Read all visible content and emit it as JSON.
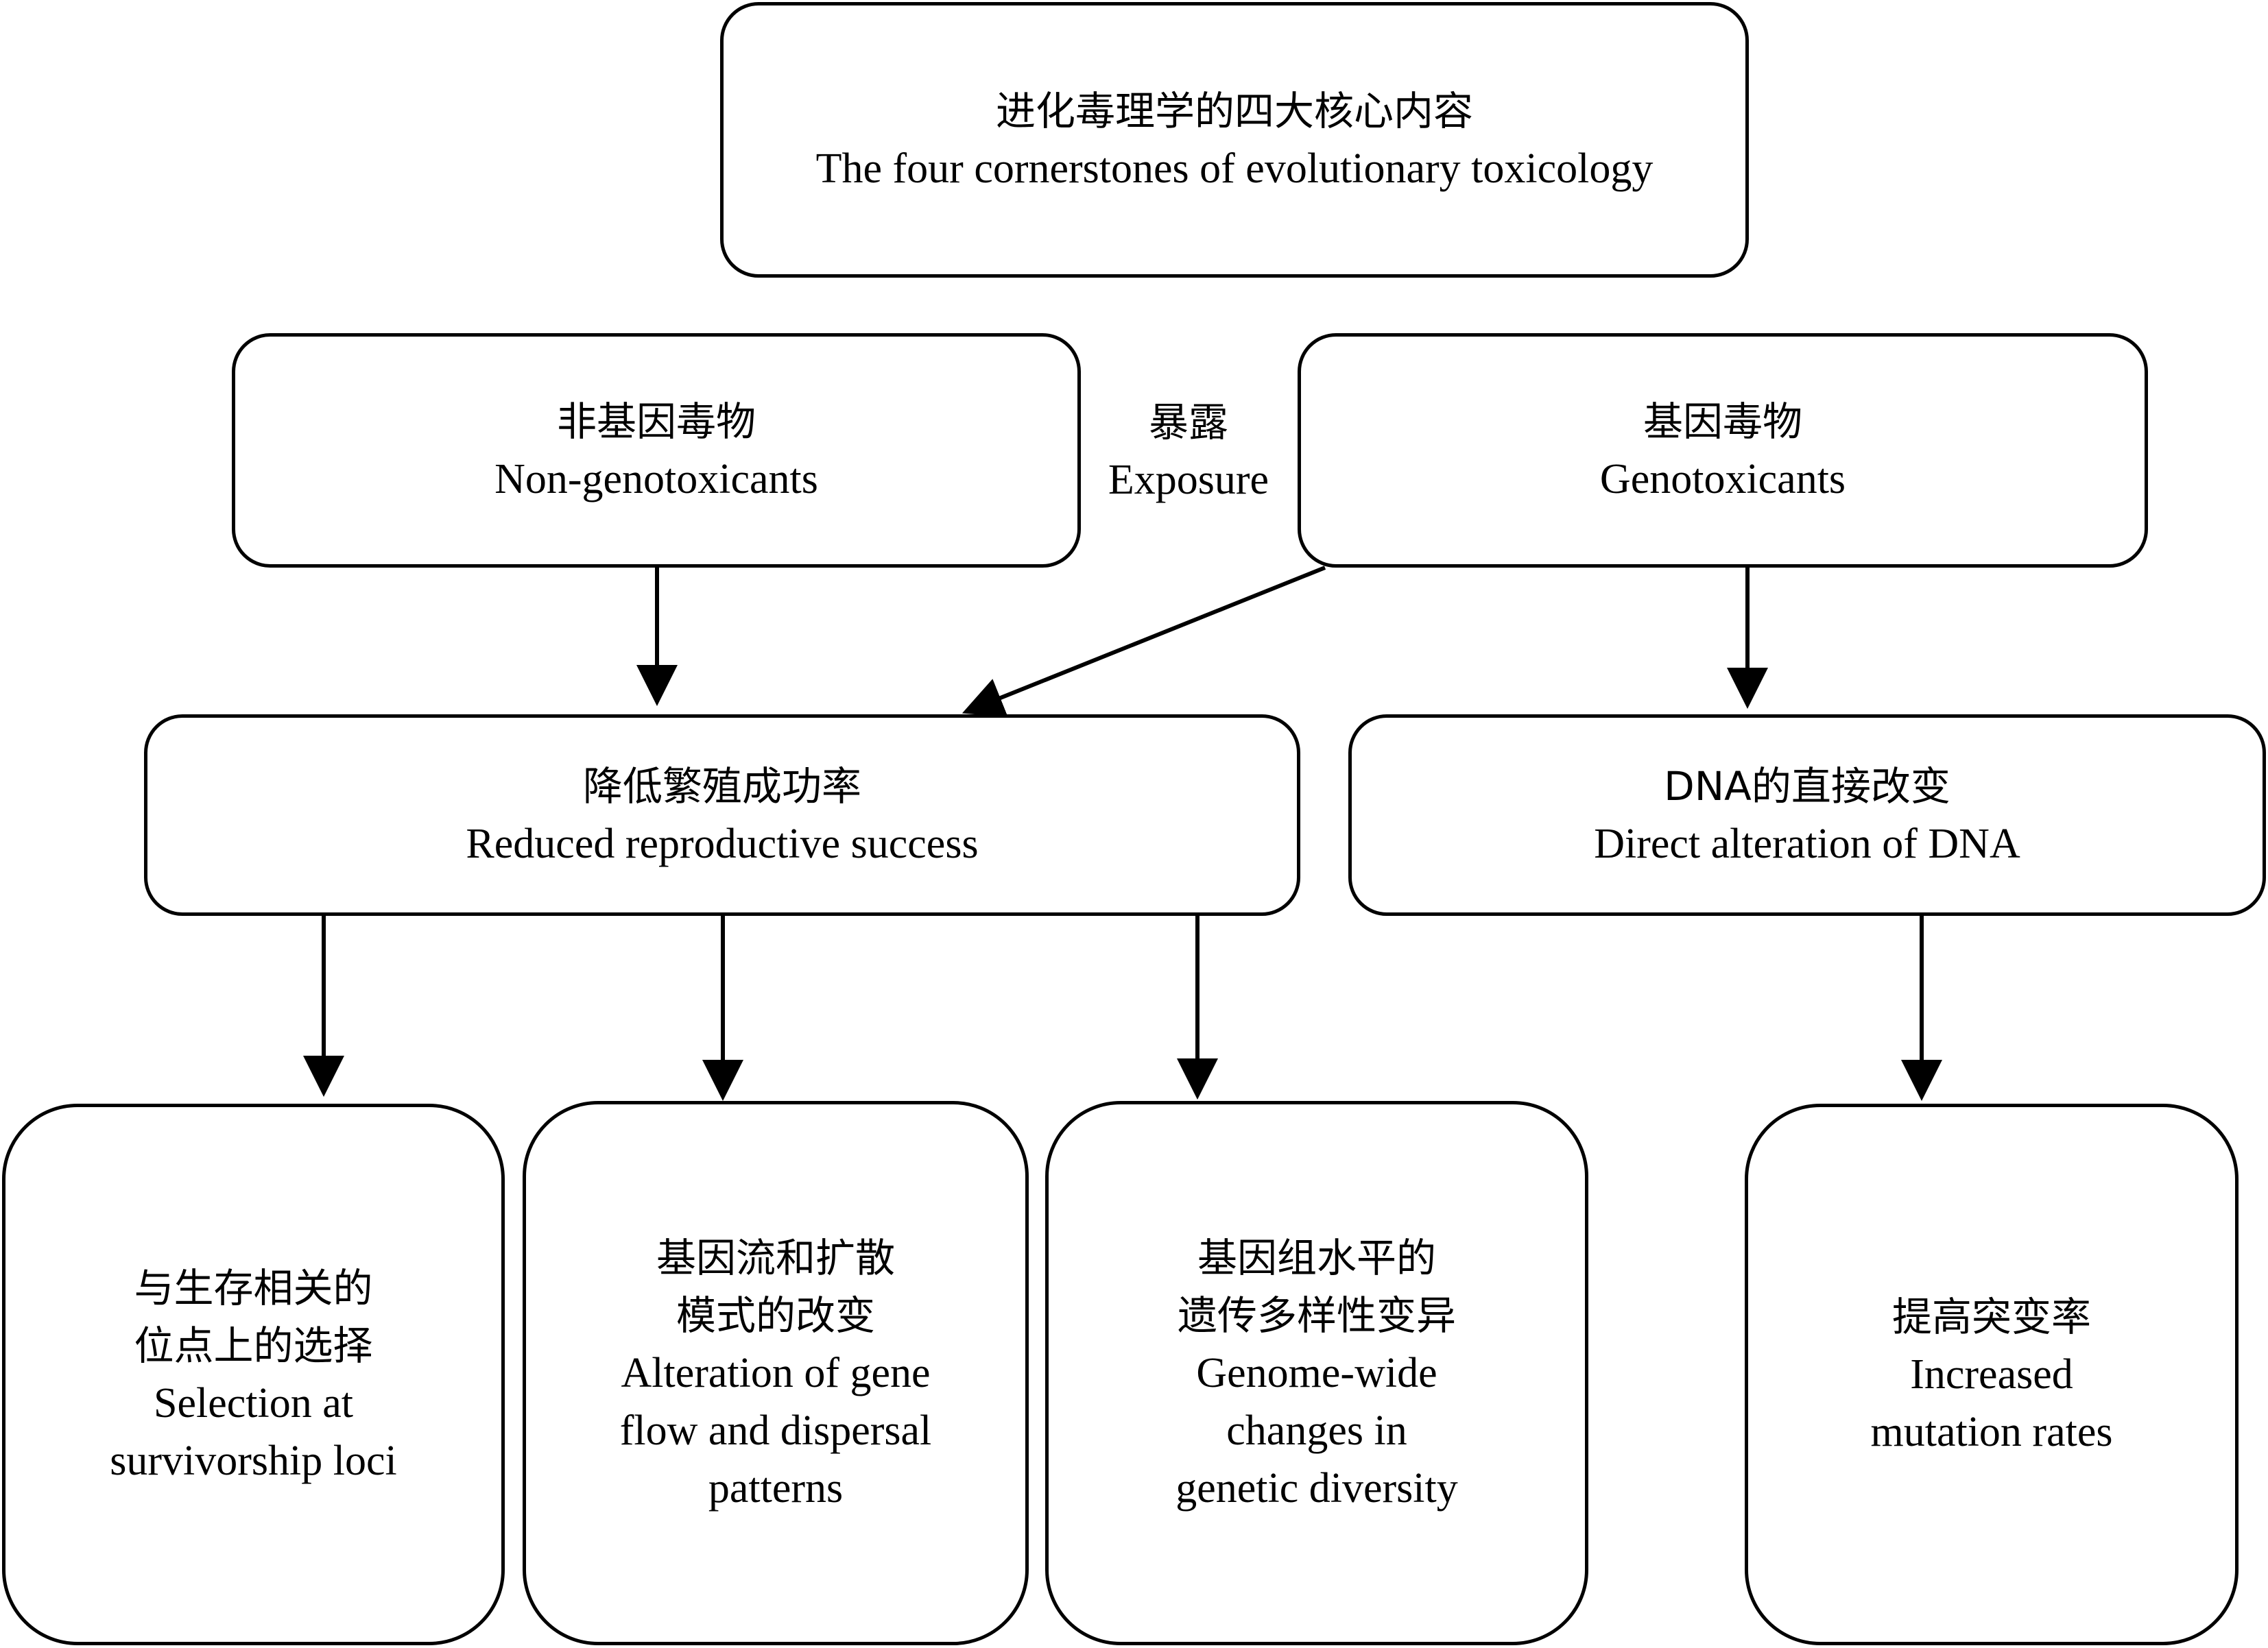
{
  "root": {
    "zh": "进化毒理学的四大核心内容",
    "en": "The four cornerstones of evolutionary toxicology"
  },
  "exposure": {
    "zh": "暴露",
    "en": "Exposure"
  },
  "non_genotoxicants": {
    "zh": "非基因毒物",
    "en": "Non-genotoxicants"
  },
  "genotoxicants": {
    "zh": "基因毒物",
    "en": "Genotoxicants"
  },
  "reduced_reproductive": {
    "zh": "降低繁殖成功率",
    "en": "Reduced reproductive success"
  },
  "direct_dna": {
    "zh": "DNA的直接改变",
    "en": "Direct alteration of DNA"
  },
  "leaf_selection": {
    "zh1": "与生存相关的",
    "zh2": "位点上的选择",
    "en1": "Selection at",
    "en2": "survivorship loci"
  },
  "leaf_geneflow": {
    "zh1": "基因流和扩散",
    "zh2": "模式的改变",
    "en1": "Alteration  of gene",
    "en2": "flow and dispersal",
    "en3": "patterns"
  },
  "leaf_genome": {
    "zh1": "基因组水平的",
    "zh2": "遗传多样性变异",
    "en1": "Genome-wide",
    "en2": "changes in",
    "en3": "genetic diversity"
  },
  "leaf_mutation": {
    "zh": "提高突变率",
    "en1": "Increased",
    "en2": "mutation rates"
  },
  "colors": {
    "stroke": "#000000",
    "background": "#ffffff"
  }
}
